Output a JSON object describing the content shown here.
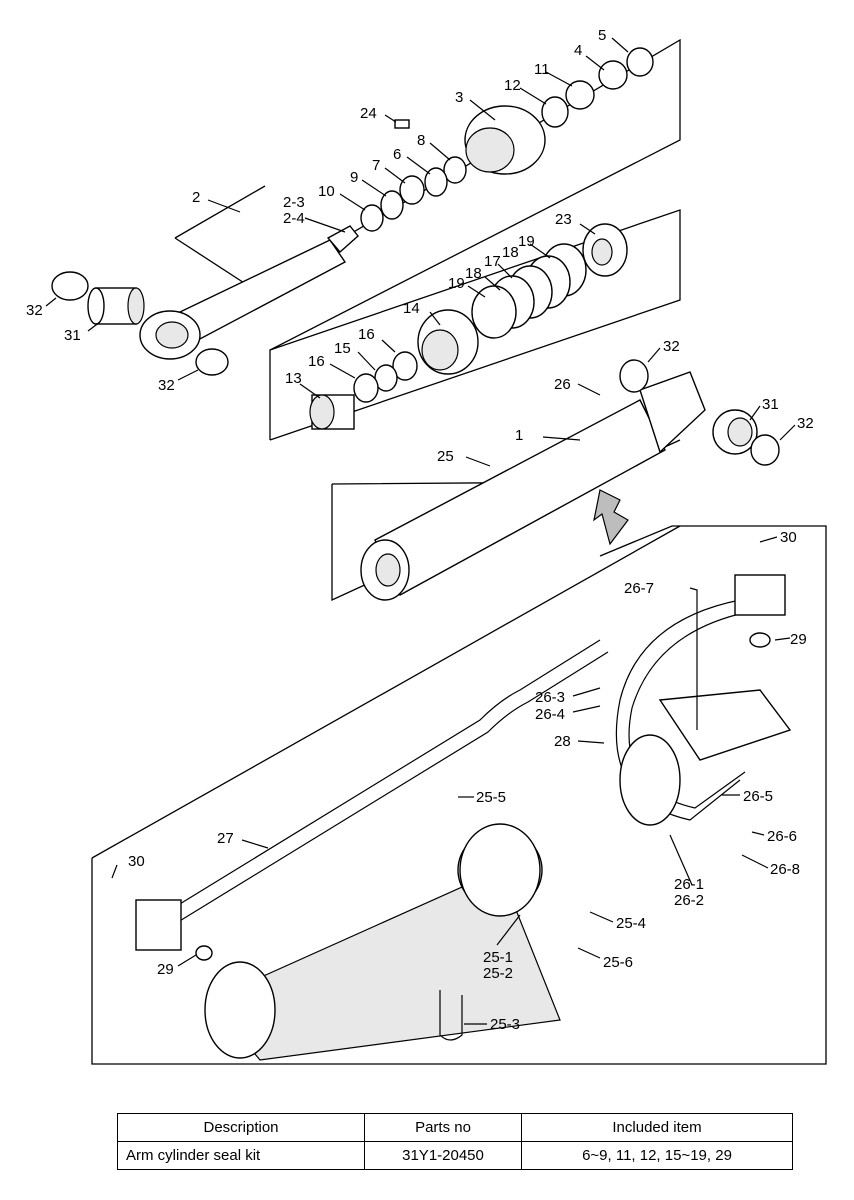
{
  "callouts": {
    "c1": "1",
    "c2": "2",
    "c2_3": "2-3",
    "c2_4": "2-4",
    "c3": "3",
    "c4": "4",
    "c5": "5",
    "c6": "6",
    "c7": "7",
    "c8": "8",
    "c9": "9",
    "c10": "10",
    "c11": "11",
    "c12": "12",
    "c13": "13",
    "c14": "14",
    "c15": "15",
    "c16a": "16",
    "c16b": "16",
    "c17": "17",
    "c18a": "18",
    "c18b": "18",
    "c19a": "19",
    "c19b": "19",
    "c23": "23",
    "c24": "24",
    "c25": "25",
    "c26": "26",
    "c31a": "31",
    "c31b": "31",
    "c32a": "32",
    "c32b": "32",
    "c32c": "32",
    "c32d": "32",
    "c25_1": "25-1",
    "c25_2": "25-2",
    "c25_3": "25-3",
    "c25_4": "25-4",
    "c25_5": "25-5",
    "c25_6": "25-6",
    "c26_1": "26-1",
    "c26_2": "26-2",
    "c26_3": "26-3",
    "c26_4": "26-4",
    "c26_5": "26-5",
    "c26_6": "26-6",
    "c26_7": "26-7",
    "c26_8": "26-8",
    "c27": "27",
    "c28": "28",
    "c29a": "29",
    "c29b": "29",
    "c30a": "30",
    "c30b": "30"
  },
  "kit_table": {
    "headers": [
      "Description",
      "Parts no",
      "Included item"
    ],
    "rows": [
      {
        "description": "Arm cylinder seal kit",
        "parts_no": "31Y1-20450",
        "included_item": "6~9, 11, 12, 15~19, 29"
      }
    ]
  }
}
